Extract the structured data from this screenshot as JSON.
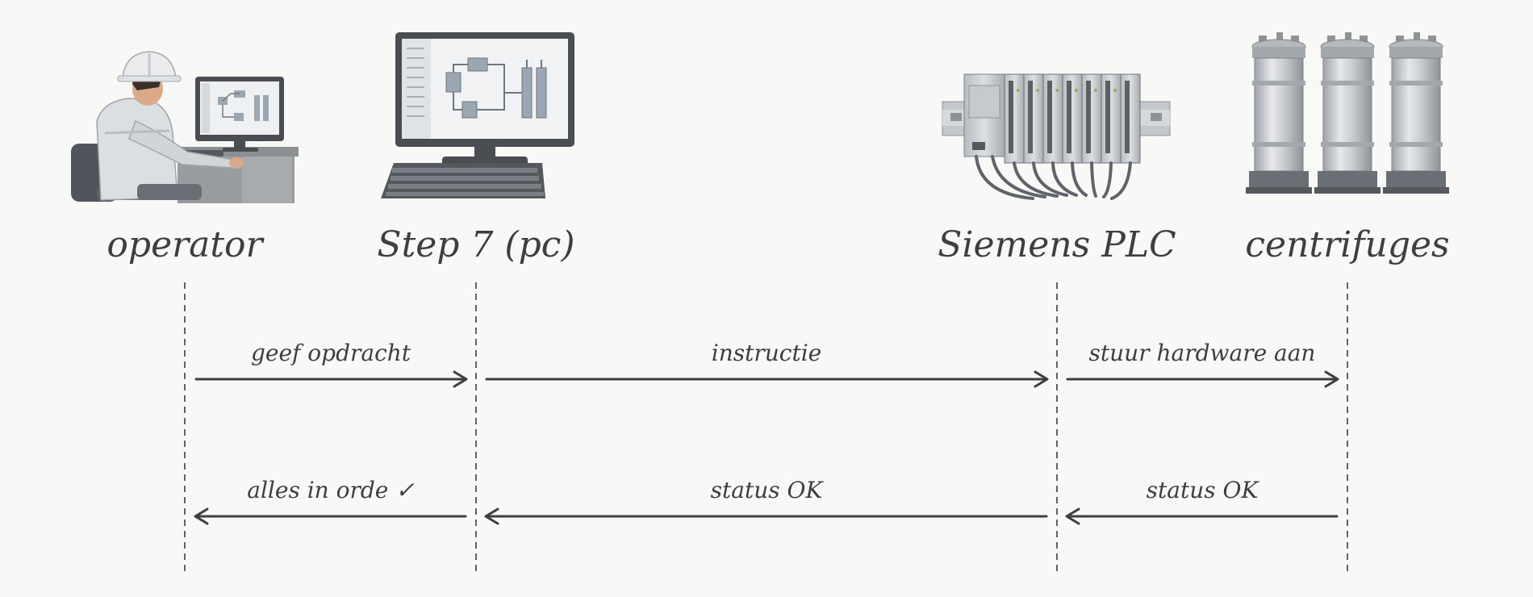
{
  "colors": {
    "background": "#f8f8f7",
    "ink": "#3e3e3e",
    "device_grey": "#5b6066",
    "metal": "#c8ccd0"
  },
  "actors": [
    {
      "id": "operator",
      "label": "operator",
      "icon": "operator-at-workstation-icon"
    },
    {
      "id": "pc",
      "label": "Step 7 (pc)",
      "icon": "desktop-computer-icon"
    },
    {
      "id": "plc",
      "label": "Siemens PLC",
      "icon": "plc-rack-icon"
    },
    {
      "id": "centrifuges",
      "label": "centrifuges",
      "icon": "centrifuge-cylinders-icon"
    }
  ],
  "messages": [
    {
      "from": "operator",
      "to": "pc",
      "label": "geef opdracht",
      "row": 1
    },
    {
      "from": "pc",
      "to": "plc",
      "label": "instructie",
      "row": 1
    },
    {
      "from": "plc",
      "to": "centrifuges",
      "label": "stuur hardware aan",
      "row": 1
    },
    {
      "from": "pc",
      "to": "operator",
      "label": "alles in orde ✓",
      "row": 2
    },
    {
      "from": "plc",
      "to": "pc",
      "label": "status OK",
      "row": 2
    },
    {
      "from": "centrifuges",
      "to": "plc",
      "label": "status OK",
      "row": 2
    }
  ]
}
